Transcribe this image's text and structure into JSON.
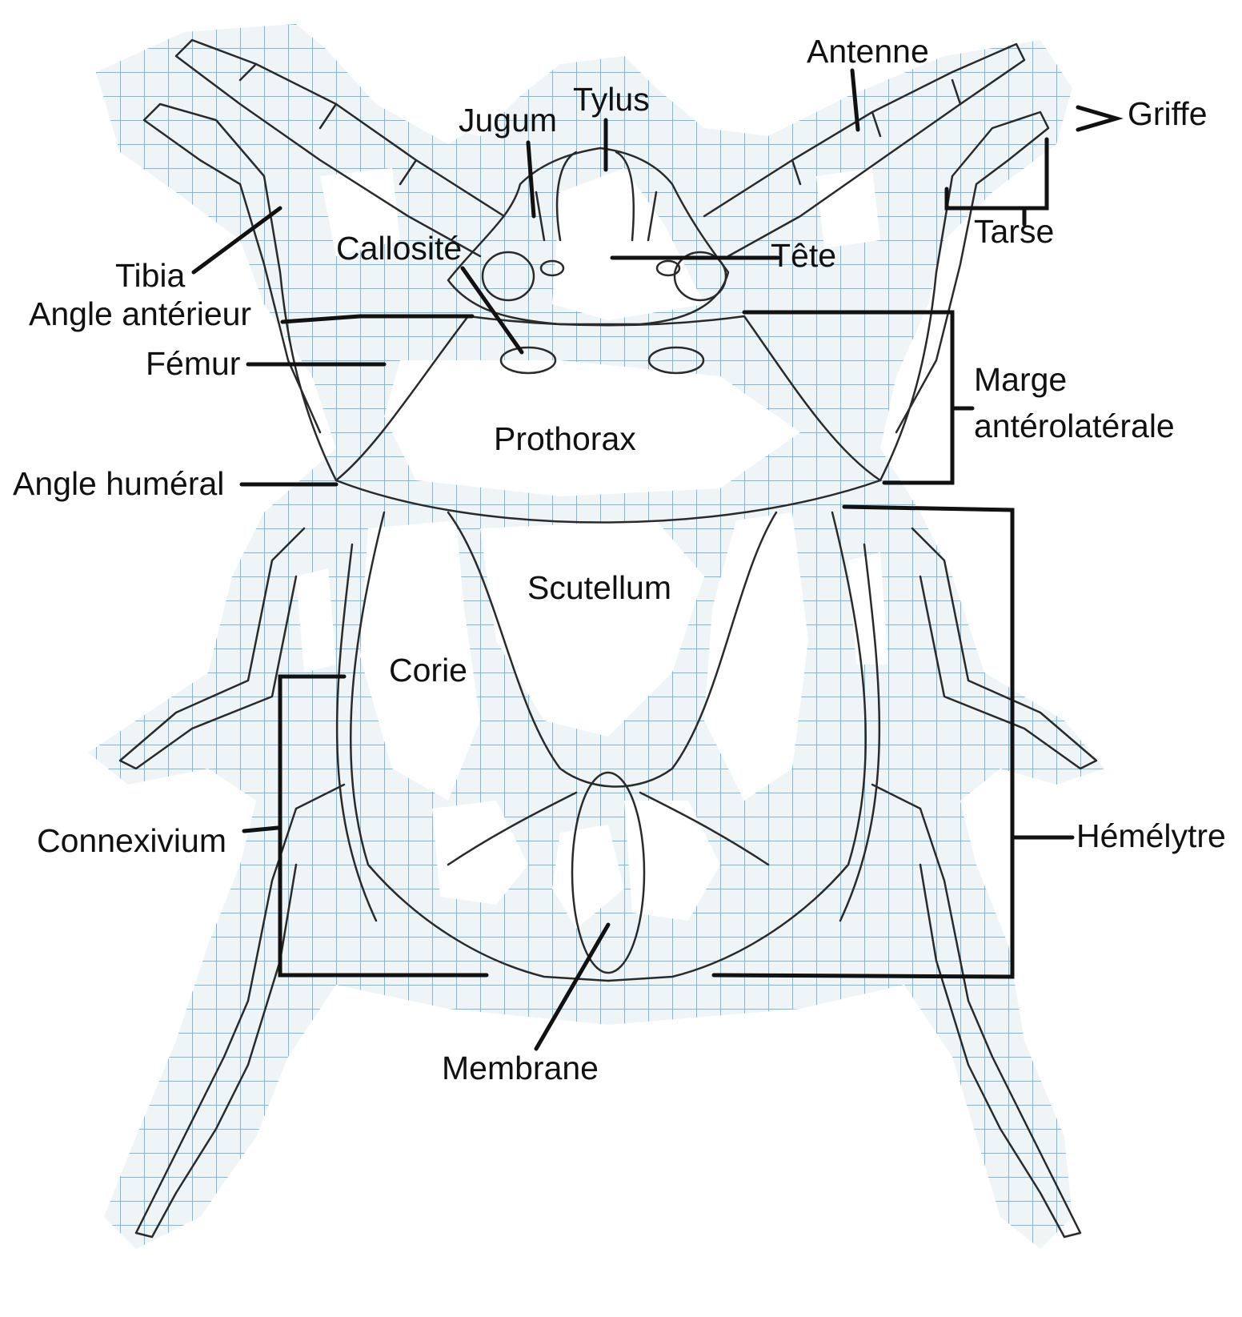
{
  "diagram": {
    "labels": {
      "antenne": "Antenne",
      "tylus": "Tylus",
      "jugum": "Jugum",
      "griffe": "Griffe",
      "tarse": "Tarse",
      "tete": "Tête",
      "callosite": "Callosité",
      "tibia": "Tibia",
      "angle_anterieur": "Angle antérieur",
      "femur": "Fémur",
      "marge_line1": "Marge",
      "marge_line2": "antérolatérale",
      "prothorax": "Prothorax",
      "angle_humeral": "Angle huméral",
      "scutellum": "Scutellum",
      "corie": "Corie",
      "connexivium": "Connexivium",
      "hemelytre": "Hémélytre",
      "membrane": "Membrane"
    },
    "colors": {
      "grid": "#6fb7dc",
      "paper": "#dce9f1",
      "outline": "#2a2a2a",
      "leader": "#111111",
      "highlight": "#ffffff"
    }
  }
}
